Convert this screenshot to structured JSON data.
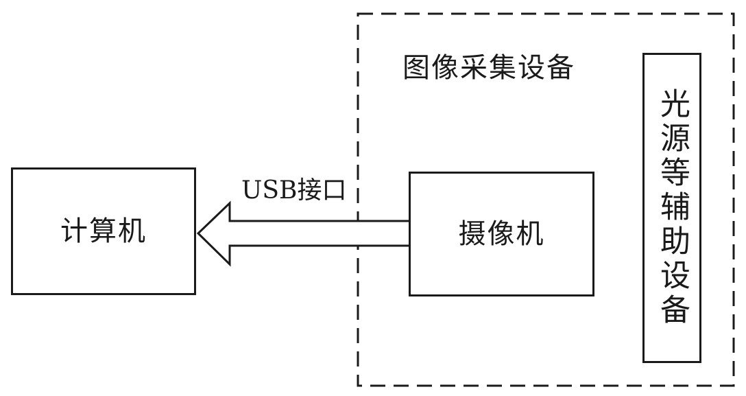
{
  "diagram": {
    "computer_label": "计算机",
    "group_title": "图像采集设备",
    "camera_label": "摄像机",
    "aux_label": "光源等辅助设备",
    "connection_label": "USB接口"
  },
  "colors": {
    "stroke": "#1a1a1a",
    "background": "#ffffff"
  }
}
